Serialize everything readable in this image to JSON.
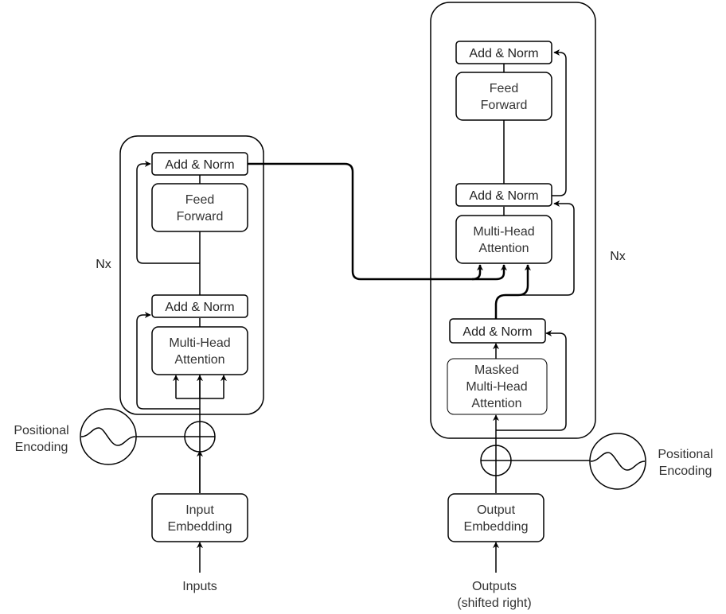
{
  "encoder": {
    "add_norm_top": "Add & Norm",
    "feed_forward": [
      "Feed",
      "Forward"
    ],
    "add_norm_bottom": "Add & Norm",
    "attention": [
      "Multi-Head",
      "Attention"
    ],
    "repeat": "Nx",
    "positional": [
      "Positional",
      "Encoding"
    ],
    "embedding": [
      "Input",
      "Embedding"
    ],
    "input_label": "Inputs"
  },
  "decoder": {
    "add_norm_top": "Add & Norm",
    "feed_forward": [
      "Feed",
      "Forward"
    ],
    "add_norm_mid": "Add & Norm",
    "cross_attention": [
      "Multi-Head",
      "Attention"
    ],
    "add_norm_low": "Add & Norm",
    "masked_attention": [
      "Masked",
      "Multi-Head",
      "Attention"
    ],
    "repeat": "Nx",
    "positional": [
      "Positional",
      "Encoding"
    ],
    "embedding": [
      "Output",
      "Embedding"
    ],
    "output_label": [
      "Outputs",
      "(shifted right)"
    ]
  }
}
